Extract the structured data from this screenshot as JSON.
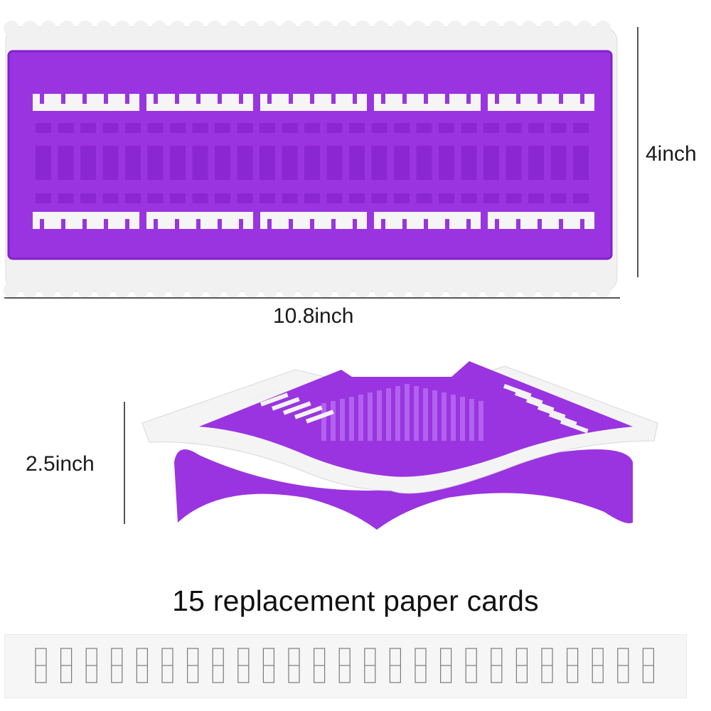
{
  "dimensions": {
    "height_label": "4inch",
    "width_label": "10.8inch",
    "side_height_label": "2.5inch"
  },
  "caption": "15 replacement paper cards",
  "colors": {
    "purple": "#9a34e0",
    "purple_dark": "#7c22c8",
    "white_frame": "#f2f2f2",
    "card_border": "#7a7a7a"
  },
  "paper_card": {
    "slot_count": 25
  }
}
